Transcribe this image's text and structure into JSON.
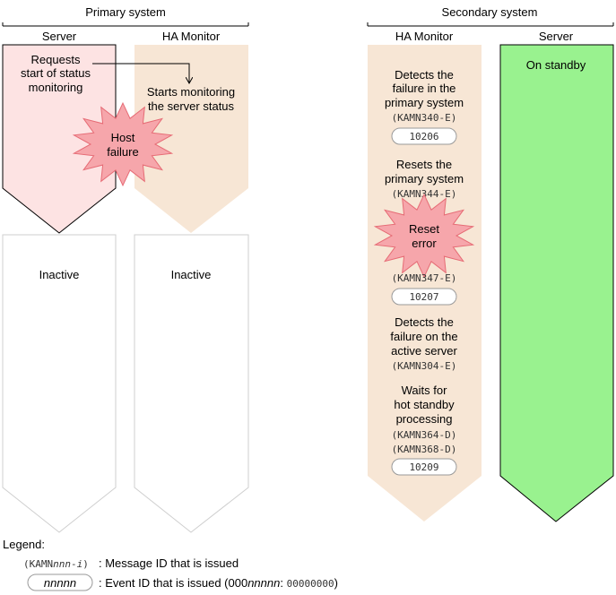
{
  "colors": {
    "server_primary": "#fde3e3",
    "server_primary_border": "#000000",
    "ha_monitor": "#f7e6d5",
    "server_secondary": "#99f28f",
    "inactive_border": "#cfcfcf",
    "burst": "#f6a6ab",
    "burst_border": "#e66b75"
  },
  "header": {
    "primary_system": "Primary system",
    "secondary_system": "Secondary system"
  },
  "columns": {
    "primary_server": "Server",
    "primary_ha_monitor": "HA Monitor",
    "secondary_ha_monitor": "HA Monitor",
    "secondary_server": "Server"
  },
  "primary": {
    "server_request": [
      "Requests",
      "start of status",
      "monitoring"
    ],
    "ha_start": [
      "Starts monitoring",
      "the server status"
    ],
    "host_failure": [
      "Host",
      "failure"
    ],
    "server_inactive": "Inactive",
    "ha_inactive": "Inactive"
  },
  "secondary": {
    "detect_primary": [
      "Detects the",
      "failure in the",
      "primary system"
    ],
    "msg_340": "(KAMN340-E)",
    "event_10206": "10206",
    "reset_primary": [
      "Resets the",
      "primary system"
    ],
    "msg_344": "(KAMN344-E)",
    "reset_error": [
      "Reset",
      "error"
    ],
    "msg_347": "(KAMN347-E)",
    "event_10207": "10207",
    "detect_active": [
      "Detects the",
      "failure on the",
      "active server"
    ],
    "msg_304": "(KAMN304-E)",
    "waits": [
      "Waits for",
      "hot standby",
      "processing"
    ],
    "msg_364": "(KAMN364-D)",
    "msg_368": "(KAMN368-D)",
    "event_10209": "10209",
    "server_standby": "On standby"
  },
  "legend": {
    "title": "Legend:",
    "msg_open": "(",
    "msg_prefix": "KAMN",
    "msg_nnn": "nnn",
    "msg_dash": "-",
    "msg_i": "i",
    "msg_close": ")",
    "msg_desc": ": Message ID that is issued",
    "event_symbol": "nnnnn",
    "event_desc_1": ": Event ID that is issued (000",
    "event_desc_nnnnn": "nnnnn",
    "event_desc_2": ": ",
    "event_desc_code": "00000000",
    "event_desc_3": ")"
  }
}
